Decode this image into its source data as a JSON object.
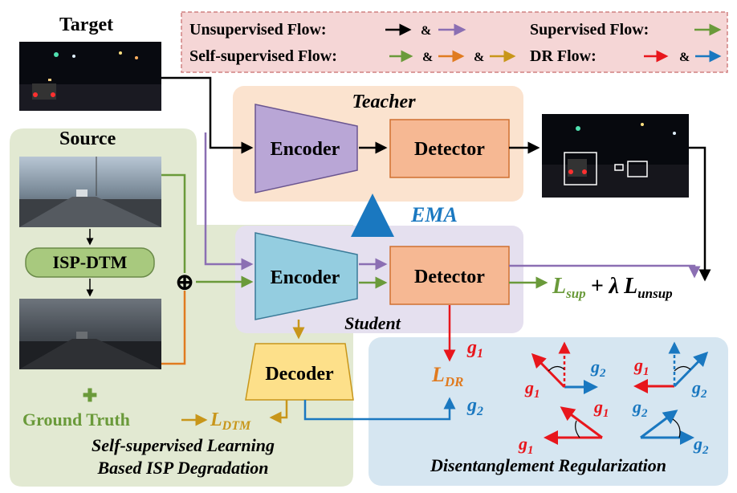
{
  "colors": {
    "black": "#000000",
    "purple": "#8b6fb3",
    "green": "#6a9a3a",
    "orange": "#e07b20",
    "gold": "#c8961a",
    "red": "#e8161c",
    "blue": "#1a78c0",
    "teacher_bg": "#fbe3cf",
    "student_bg": "#e5e0ef",
    "source_bg": "#e2e9d2",
    "dr_bg": "#d6e6f1",
    "legend_bg": "#f5d6d6",
    "encoder_teacher": "#b9a6d6",
    "encoder_student": "#94cde0",
    "detector": "#f6b893",
    "decoder": "#fde08a",
    "isp_dtm": "#a8c97e"
  },
  "legend": {
    "unsupervised": "Unsupervised Flow:",
    "self_supervised": "Self-supervised Flow:",
    "supervised": "Supervised Flow:",
    "dr": "DR Flow:",
    "amp": "&"
  },
  "labels": {
    "target": "Target",
    "source": "Source",
    "teacher": "Teacher",
    "student": "Student",
    "encoder": "Encoder",
    "detector": "Detector",
    "decoder": "Decoder",
    "ema": "EMA",
    "isp_dtm": "ISP-DTM",
    "oplus": "⊕",
    "plus": "✚",
    "ground_truth": "Ground Truth",
    "ssl_line1": "Self-supervised Learning",
    "ssl_line2": "Based ISP Degradation",
    "dr_title": "Disentanglement Regularization"
  },
  "math": {
    "L": "L",
    "sup": "sup",
    "plus_lambda": "+ λ",
    "unsup": "unsup",
    "DR": "DR",
    "DTM": "DTM",
    "g": "g",
    "one": "1",
    "two": "2"
  },
  "icons": [
    "image-thumbnail",
    "bounding-box",
    "arrow",
    "circle-plus-icon",
    "plus-icon"
  ]
}
